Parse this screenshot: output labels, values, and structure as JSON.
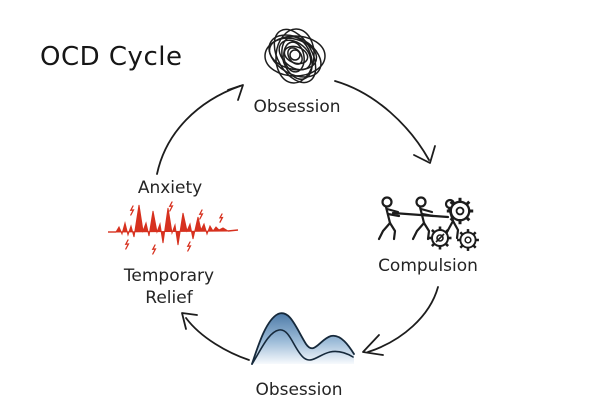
{
  "title": "OCD Cycle",
  "diagram": {
    "nodes": [
      {
        "id": "obsession-top",
        "label": "Obsession",
        "icon": "tangled-scribble-icon"
      },
      {
        "id": "compulsion",
        "label": "Compulsion",
        "icon": "people-pushing-gears-icon"
      },
      {
        "id": "obsession-bottom",
        "label": "Obsession",
        "icon": "blue-wave-icon"
      },
      {
        "id": "anxiety",
        "label": "Anxiety",
        "icon": "red-spike-waveform-icon"
      },
      {
        "id": "temporary-relief",
        "label": "Temporary Relief",
        "icon": ""
      }
    ]
  },
  "colors": {
    "ink": "#1d1d1d",
    "anxiety_red": "#d7311f",
    "wave_blue": "#4e7ba8",
    "wave_fade": "#f4f8fc",
    "wave_outline": "#16293b"
  }
}
